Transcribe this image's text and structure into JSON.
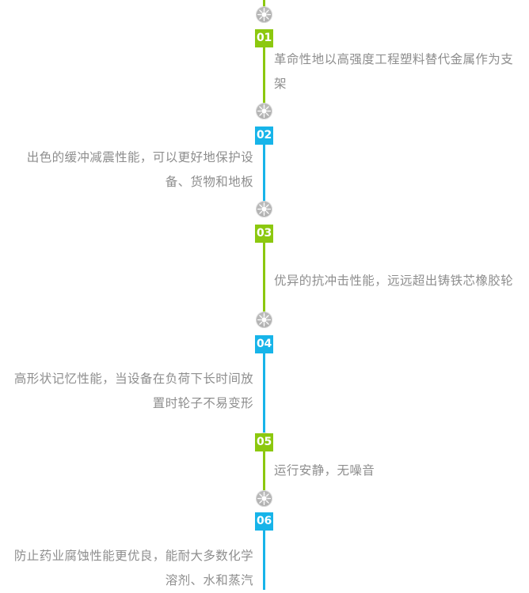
{
  "theme": {
    "green": "#8CC80F",
    "blue": "#17B4E9",
    "text_gray": "#8e8e8e",
    "node_gray": "#b4b4b4",
    "background": "#ffffff"
  },
  "timeline": {
    "title": "",
    "items": [
      {
        "number": "01",
        "color": "#8CC80F",
        "side": "right",
        "text": "革命性地以高强度工程塑料替代金属作为支架",
        "icon": "starburst-icon"
      },
      {
        "number": "02",
        "color": "#17B4E9",
        "side": "left",
        "text": "出色的缓冲减震性能，可以更好地保护设备、货物和地板",
        "icon": "starburst-icon"
      },
      {
        "number": "03",
        "color": "#8CC80F",
        "side": "right",
        "text": "优异的抗冲击性能，远远超出铸铁芯橡胶轮",
        "icon": "starburst-icon"
      },
      {
        "number": "04",
        "color": "#17B4E9",
        "side": "left",
        "text": "高形状记忆性能，当设备在负荷下长时间放置时轮子不易变形",
        "icon": "starburst-icon"
      },
      {
        "number": "05",
        "color": "#8CC80F",
        "side": "right",
        "text": "运行安静，无噪音",
        "icon": "starburst-icon"
      },
      {
        "number": "06",
        "color": "#17B4E9",
        "side": "left",
        "text": "防止药业腐蚀性能更优良，能耐大多数化学溶剂、水和蒸汽",
        "icon": "starburst-icon"
      }
    ]
  }
}
